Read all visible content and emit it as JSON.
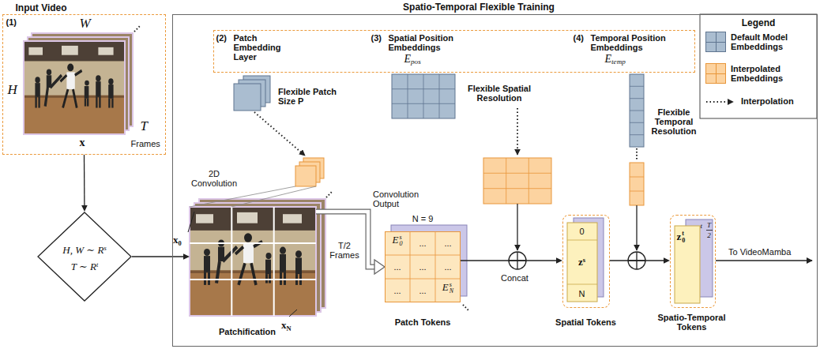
{
  "diagram": {
    "nodes": [
      {
        "text": [
          "Input Video",
          "(1)",
          "W",
          "H",
          "T",
          "Frames",
          "x"
        ]
      },
      {
        "text": [
          "H, W ∼ R",
          "s",
          "T ∼ R",
          "t"
        ]
      },
      {
        "text": [
          "Spatio-Temporal Flexible Training"
        ]
      },
      {
        "text": [
          "(2)",
          "Patch Embedding Layer",
          "(3)",
          "Spatial Position Embeddings",
          "E",
          "pos",
          "(4)",
          "Temporal Position Embeddings",
          "E",
          "temp"
        ],
        "in": 2
      },
      {
        "text": [
          "2D Convolution",
          "x",
          "0",
          "x",
          "N",
          "T/2 Frames",
          "Patchification"
        ],
        "in": 2
      },
      {
        "text": [
          "N = 9",
          "E",
          "s",
          "0",
          "...",
          "...",
          "...",
          "...",
          "...",
          "...",
          "...",
          "E",
          "s",
          "N",
          "Patch Tokens"
        ],
        "in": 2
      },
      {
        "text": [
          "0",
          "z",
          "s",
          "N",
          "Spatial Tokens"
        ],
        "in": 2
      },
      {
        "text": [
          "z",
          "t",
          "0",
          "t",
          "T",
          "2",
          "Spatio-Temporal Tokens"
        ],
        "in": 2
      }
    ],
    "edges": [
      {
        "from": 0,
        "to": 1,
        "arrow": "to"
      },
      {
        "from": 1,
        "to": 4,
        "arrow": "to"
      },
      {
        "from": 4,
        "to": 5,
        "label": "Convolution Output",
        "arrow": "to"
      },
      {
        "from": 5,
        "to": 6,
        "label": "Concat",
        "arrow": "to"
      },
      {
        "from": 6,
        "to": 7,
        "arrow": "to"
      }
    ],
    "labels": [
      "Legend",
      "Flexible Patch Size P",
      "Flexible Spatial Resolution",
      "Flexible Temporal Resolution",
      "To VideoMamba"
    ],
    "legend": [
      {
        "text": "Default Model Embeddings",
        "color": "#aabdd0"
      },
      {
        "text": "Interpolated Embeddings",
        "color": "#fcd3a0"
      },
      {
        "text": "Interpolation"
      }
    ]
  }
}
